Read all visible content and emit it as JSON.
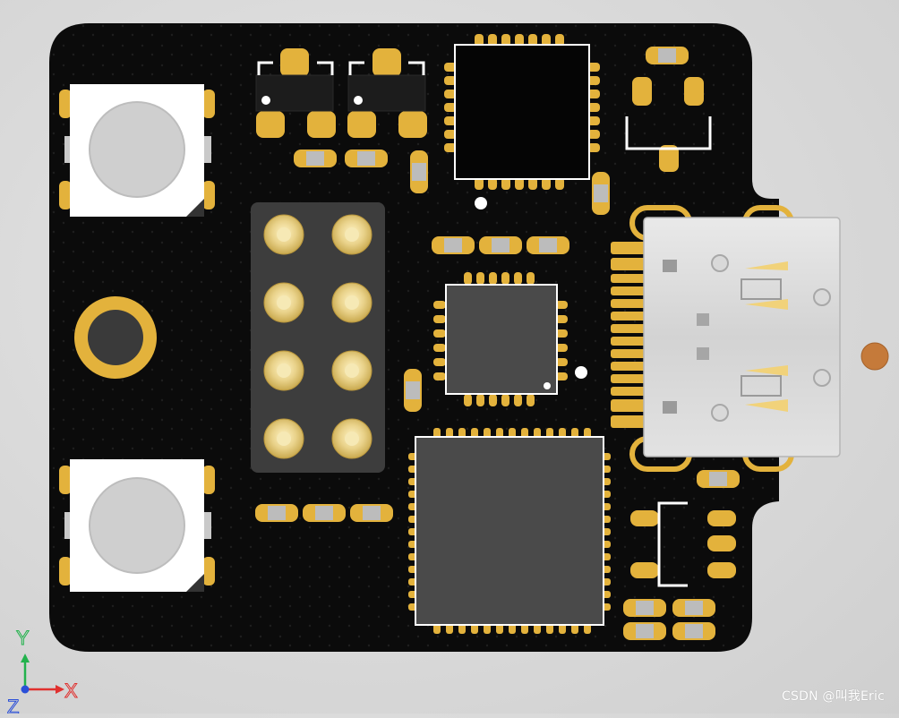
{
  "viewport": {
    "title": "",
    "axes": {
      "x_label": "X",
      "y_label": "Y",
      "z_label": "Z"
    }
  },
  "colors": {
    "board": "#0b0b0b",
    "gold": "#e3b23c",
    "gold_light": "#f1d27a",
    "silver": "#c9c9c9",
    "silk": "#ffffff",
    "chip": "#4a4a4a",
    "axis_x": "#e0312f",
    "axis_y": "#22b24c",
    "axis_z": "#2a4fd8"
  },
  "icons": [
    "tact-switch-icon",
    "mounting-hole-icon",
    "pin-header-icon",
    "usb-c-connector-icon",
    "qfn-chip-icon",
    "qfp-chip-icon",
    "sot23-icon",
    "axis-triad-icon"
  ],
  "watermark": {
    "text": "CSDN @叫我Eric"
  }
}
